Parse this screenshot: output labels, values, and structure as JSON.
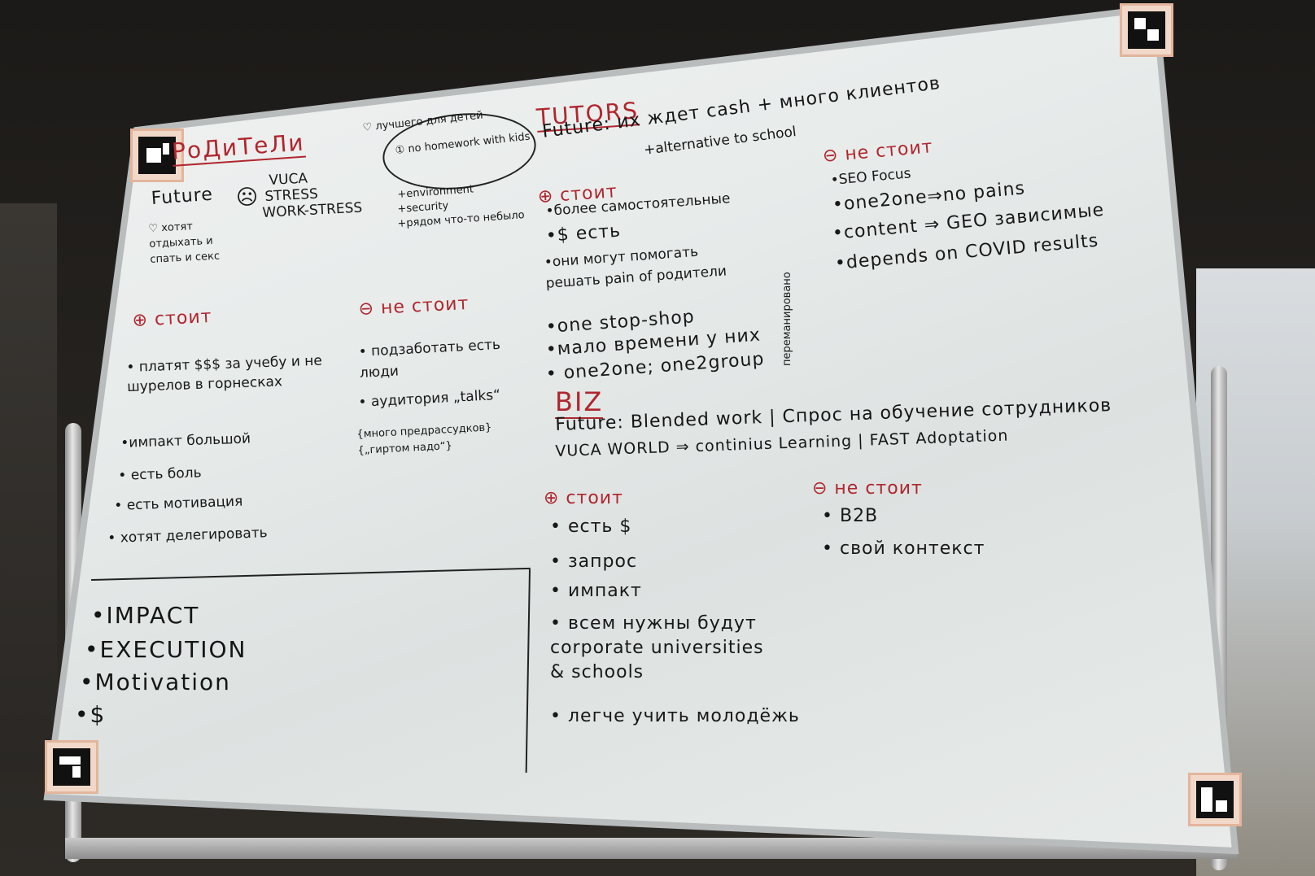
{
  "board": {
    "parents": {
      "title": "РоДиТеЛи",
      "future_label": "Future",
      "sad_face": "☹",
      "future_items": [
        "VUCA",
        "STRESS",
        "WORK-STRESS"
      ],
      "wants": "♡ хотят отдыхать и спать и секс",
      "best_for_kids": "♡ лучшего для детей",
      "no_homework": "① no homework with kids",
      "env_items": [
        "+environment",
        "+security",
        "+рядом что-то небыло"
      ],
      "plus_title": "⊕ стоит",
      "plus_items": [
        "• платят $$$ за учебу и не шурелов в горнесках",
        "•импакт большой",
        "• есть боль",
        "• есть мотивация",
        "• хотят делегировать"
      ],
      "minus_title": "⊖ не стоит",
      "minus_items": [
        "• подзаботать есть люди",
        "• аудитория „talks“",
        "{много предрассудков} {„гиртом надо“}"
      ]
    },
    "criteria": [
      "•IMPACT",
      "•EXECUTION",
      "•Motivation",
      "•$"
    ],
    "tutors": {
      "title": "TUTORS",
      "future_line1": "Future: их ждет cash + много клиентов",
      "future_line2": "+alternative to school",
      "plus_title": "⊕ стоит",
      "plus_items": [
        "•более самостоятельные",
        "•$ есть",
        "•они могут помогать решать pain of родители",
        "•one stop-shop",
        "•мало времени у них",
        "• one2one; one2group"
      ],
      "side_note": "переманировано",
      "minus_title": "⊖ не стоит",
      "minus_items": [
        "•SEO Focus",
        "•one2one⇒no pains",
        "•content ⇒ GEO зависимые",
        "•depends on COVID results"
      ]
    },
    "biz": {
      "title": "BIZ",
      "future_line1": "Future: Blended work | Спрос на обучение сотрудников",
      "future_line2a": "VUCA WORLD ⇒ continius Learning | FAST Adoptation",
      "plus_title": "⊕ стоит",
      "plus_items": [
        "• есть $",
        "• запрос",
        "• импакт",
        "• всем нужны будут corporate universities & schools",
        "• легче учить молодёжь"
      ],
      "minus_title": "⊖ не стоит",
      "minus_items": [
        "• B2B",
        "• свой контекст"
      ]
    }
  },
  "colors": {
    "ink_black": "#181818",
    "ink_red": "#b0262e",
    "board": "#e9ecea",
    "marker_pad": "#f1d8c8"
  }
}
